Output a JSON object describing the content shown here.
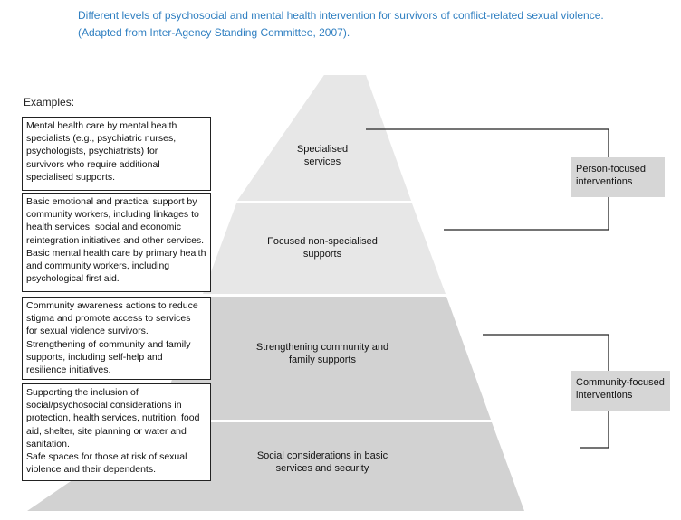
{
  "caption": {
    "line1": "Different levels of psychosocial and mental health intervention for survivors of conflict-related sexual violence.",
    "line2": "(Adapted from Inter-Agency Standing Committee, 2007)."
  },
  "examples_label": "Examples:",
  "tiers": [
    {
      "label_lines": [
        "Specialised",
        "services"
      ],
      "example": [
        "Mental health care by mental health",
        "specialists (e.g., psychiatric nurses,",
        "psychologists, psychiatrists) for",
        "survivors who require additional",
        "specialised supports."
      ]
    },
    {
      "label_lines": [
        "Focused non-specialised",
        "supports"
      ],
      "example": [
        "Basic emotional and practical support by",
        "community workers, including linkages to",
        "health services, social and economic",
        "reintegration initiatives and other services.",
        "Basic mental health care by primary health",
        "and community workers, including",
        "psychological first aid."
      ]
    },
    {
      "label_lines": [
        "Strengthening community and",
        "family supports"
      ],
      "example": [
        "Community awareness actions to reduce",
        "stigma and promote access to services",
        "for sexual violence survivors.",
        "Strengthening of community and family",
        "supports, including self-help and",
        "resilience initiatives."
      ]
    },
    {
      "label_lines": [
        "Social considerations in basic",
        "services and security"
      ],
      "example": [
        "Supporting the inclusion of",
        "social/psychosocial considerations in",
        "protection, health services, nutrition, food",
        "aid, shelter, site planning or water and",
        "sanitation.",
        "Safe spaces for those at risk of sexual",
        "violence and their dependents."
      ]
    }
  ],
  "groups": {
    "person": [
      "Person-focused",
      "interventions"
    ],
    "community": [
      "Community-focused",
      "interventions"
    ]
  },
  "colors": {
    "caption": "#2f7fc1",
    "tier_light": "#e7e7e7",
    "tier_dark": "#d2d2d2",
    "group_box": "#d6d6d6"
  }
}
